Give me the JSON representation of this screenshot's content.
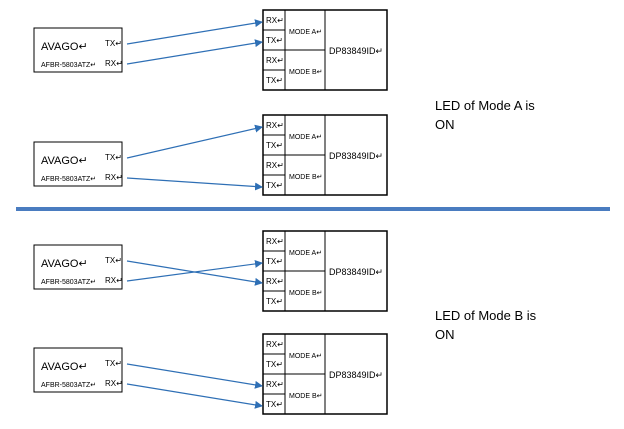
{
  "sections": [
    {
      "note": "LED of Mode A is ON",
      "pairs": [
        {
          "avago": {
            "brand": "AVAGO",
            "part": "AFBR-5803ATZ",
            "tx": "TX",
            "rx": "RX"
          },
          "phy": {
            "ports": [
              "RX",
              "TX",
              "RX",
              "TX"
            ],
            "modes": [
              "MODE A",
              "MODE B"
            ],
            "chip": "DP83849ID"
          },
          "links": [
            {
              "from": "TX",
              "to": 0
            },
            {
              "from": "RX",
              "to": 1
            }
          ]
        },
        {
          "avago": {
            "brand": "AVAGO",
            "part": "AFBR-5803ATZ",
            "tx": "TX",
            "rx": "RX"
          },
          "phy": {
            "ports": [
              "RX",
              "TX",
              "RX",
              "TX"
            ],
            "modes": [
              "MODE A",
              "MODE B"
            ],
            "chip": "DP83849ID"
          },
          "links": [
            {
              "from": "TX",
              "to": 0
            },
            {
              "from": "RX",
              "to": 3
            }
          ]
        }
      ]
    },
    {
      "note": "LED of Mode B is ON",
      "pairs": [
        {
          "avago": {
            "brand": "AVAGO",
            "part": "AFBR-5803ATZ",
            "tx": "TX",
            "rx": "RX"
          },
          "phy": {
            "ports": [
              "RX",
              "TX",
              "RX",
              "TX"
            ],
            "modes": [
              "MODE A",
              "MODE B"
            ],
            "chip": "DP83849ID"
          },
          "links": [
            {
              "from": "TX",
              "to": 2
            },
            {
              "from": "RX",
              "to": 1
            }
          ]
        },
        {
          "avago": {
            "brand": "AVAGO",
            "part": "AFBR-5803ATZ",
            "tx": "TX",
            "rx": "RX"
          },
          "phy": {
            "ports": [
              "RX",
              "TX",
              "RX",
              "TX"
            ],
            "modes": [
              "MODE A",
              "MODE B"
            ],
            "chip": "DP83849ID"
          },
          "links": [
            {
              "from": "TX",
              "to": 2
            },
            {
              "from": "RX",
              "to": 3
            }
          ]
        }
      ]
    }
  ],
  "colors": {
    "arrow": "#2e6fb5",
    "divider": "#4a7cc0",
    "box": "#000000"
  }
}
